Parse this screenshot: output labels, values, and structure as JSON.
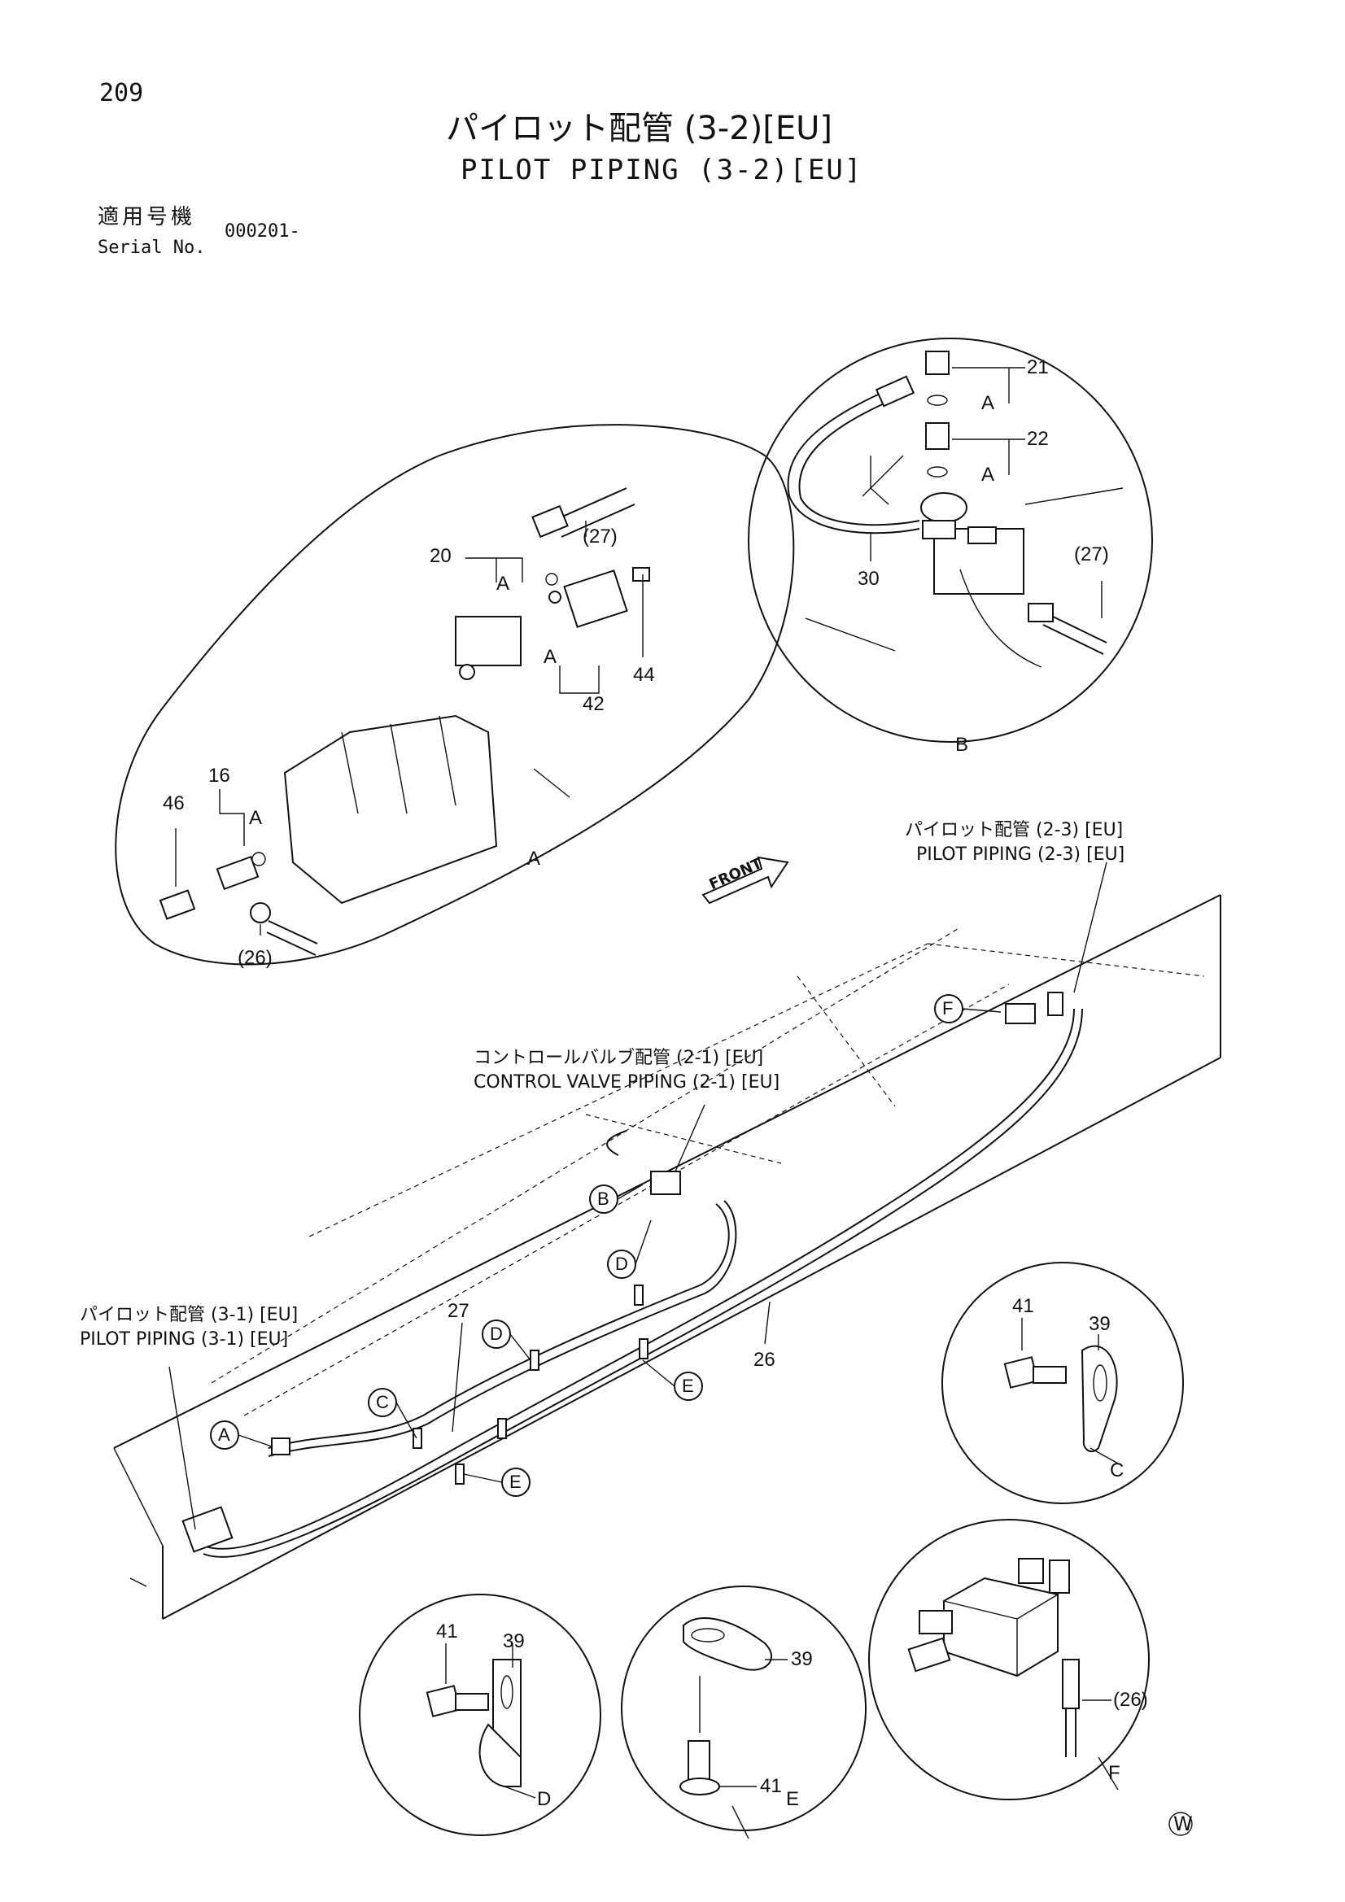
{
  "page_number": "209",
  "title_jp": "パイロット配管 (3-2)[EU]",
  "title_en": "PILOT PIPING (3-2)[EU]",
  "serial_label_jp": "適用号機",
  "serial_label_en": "Serial No.",
  "serial_value": "000201-",
  "refs": {
    "pilot_23_jp": "パイロット配管 (2-3) [EU]",
    "pilot_23_en": "PILOT PIPING (2-3) [EU]",
    "control_21_jp": "コントロールバルブ配管 (2-1) [EU]",
    "control_21_en": "CONTROL VALVE PIPING (2-1) [EU]",
    "pilot_31_jp": "パイロット配管 (3-1) [EU]",
    "pilot_31_en": "PILOT PIPING (3-1) [EU]"
  },
  "front_label": "FRONT",
  "watermark": "W",
  "detail_labels": [
    "A",
    "B",
    "C",
    "D",
    "E",
    "F"
  ],
  "part_numbers": {
    "p16": "16",
    "p20": "20",
    "p21": "21",
    "p22": "22",
    "p26": "26",
    "p26p": "(26)",
    "p27": "27",
    "p27p": "(27)",
    "p30": "30",
    "p39": "39",
    "p41": "41",
    "p42": "42",
    "p44": "44",
    "p46": "46"
  }
}
